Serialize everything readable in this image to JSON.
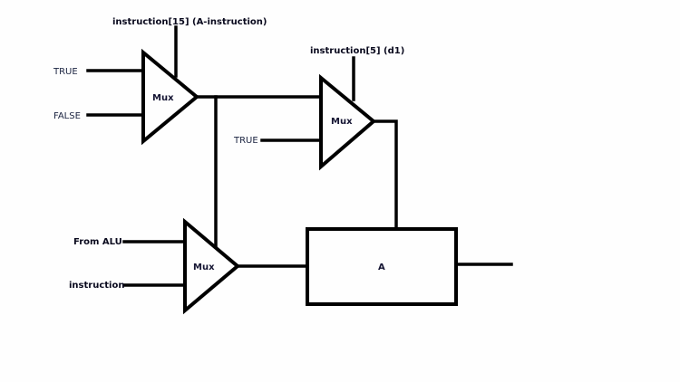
{
  "diagram": {
    "title": "A register input selection circuit",
    "components": {
      "mux1": {
        "label": "Mux",
        "control": "instruction[15] (A-instruction)",
        "inputs": [
          "TRUE",
          "FALSE"
        ]
      },
      "mux2": {
        "label": "Mux",
        "control": "instruction[5] (d1)",
        "inputs": [
          "mux1-output",
          "TRUE"
        ]
      },
      "mux3": {
        "label": "Mux",
        "control": "mux1-output",
        "inputs": [
          "From ALU",
          "instruction"
        ]
      },
      "register_a": {
        "label": "A",
        "data_input": "mux3-output",
        "load_input": "mux2-output"
      }
    },
    "labels": {
      "mux1_control": "instruction[15] (A-instruction)",
      "mux1_in_true": "TRUE",
      "mux1_in_false": "FALSE",
      "mux2_control": "instruction[5] (d1)",
      "mux2_in_true": "TRUE",
      "mux3_in_alu": "From ALU",
      "mux3_in_instruction": "instruction",
      "mux_label": "Mux",
      "register_label": "A"
    },
    "colors": {
      "stroke": "#000000",
      "background": "#fefefe",
      "text": "#0a0a1e"
    }
  }
}
